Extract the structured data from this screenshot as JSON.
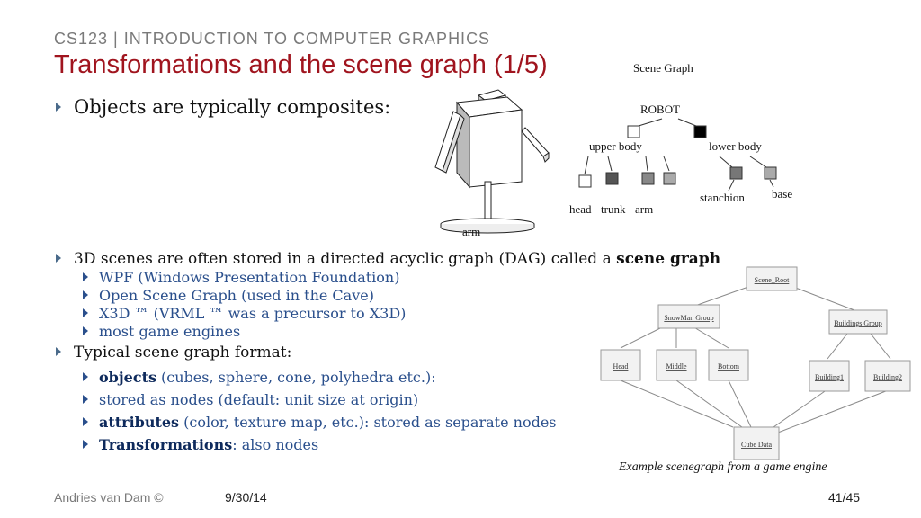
{
  "header": {
    "course": "CS123 | INTRODUCTION TO COMPUTER GRAPHICS",
    "title": "Transformations and the scene graph (1/5)"
  },
  "bullets": {
    "b1": "Objects are typically composites:",
    "b2_prefix": "3D scenes are often stored in a directed acyclic graph (DAG) called a ",
    "b2_strong": "scene graph",
    "sub1": [
      "WPF (Windows Presentation Foundation)",
      "Open Scene Graph (used in the Cave)",
      "X3D ™ (VRML ™ was a precursor to X3D)",
      "most game engines"
    ],
    "b3": "Typical scene graph format:",
    "sub2": [
      {
        "strong": "objects",
        "rest": " (cubes, sphere, cone, polyhedra etc.):"
      },
      {
        "strong": "",
        "rest": "stored as nodes (default: unit size at origin)"
      },
      {
        "strong": "attributes",
        "rest": " (color, texture map, etc.): stored as separate nodes"
      },
      {
        "strong": "Transformations",
        "rest": ": also nodes"
      }
    ]
  },
  "robot_figure": {
    "label": "arm"
  },
  "scene_graph_figure": {
    "title": "Scene Graph",
    "root": "ROBOT",
    "upper": "upper body",
    "lower": "lower body",
    "head": "head",
    "trunk": "trunk",
    "arm": "arm",
    "stanchion": "stanchion",
    "base": "base"
  },
  "game_graph": {
    "nodes": {
      "scene_root": "Scene_Root",
      "snowman": "SnowMan Group",
      "buildings": "Buildings Group",
      "head": "Head",
      "middle": "Middle",
      "bottom": "Bottom",
      "building1": "Building1",
      "building2": "Building2",
      "cube": "Cube Data"
    },
    "caption": "Example scenegraph from a game engine"
  },
  "footer": {
    "author": "Andries van Dam ©",
    "date": "9/30/14",
    "page": "41/45"
  },
  "colors": {
    "title": "#a0141e",
    "sub_bullets": "#2a4f8c"
  }
}
